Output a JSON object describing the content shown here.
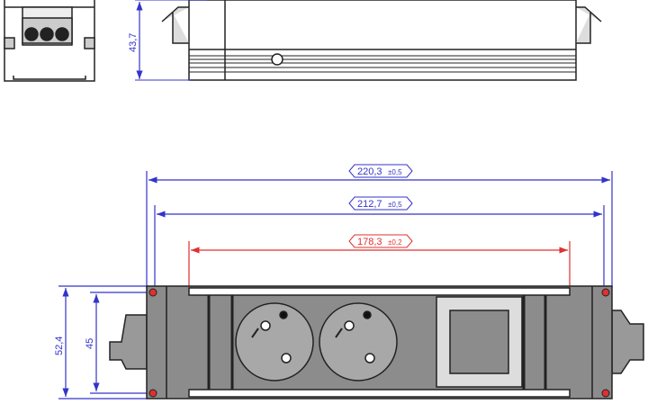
{
  "dimensions": {
    "height_side": "43,7",
    "overall_length": {
      "value": "220,3",
      "tolerance": "±0,5"
    },
    "mounting_length": {
      "value": "212,7",
      "tolerance": "±0,5"
    },
    "cutout_length": {
      "value": "178,3",
      "tolerance": "±0,2"
    },
    "overall_height": "52,4",
    "mounting_height": "45"
  },
  "colors": {
    "dimension": "#3333cc",
    "highlight": "#e03030",
    "body": "#8c8c8c",
    "line": "#222222"
  }
}
